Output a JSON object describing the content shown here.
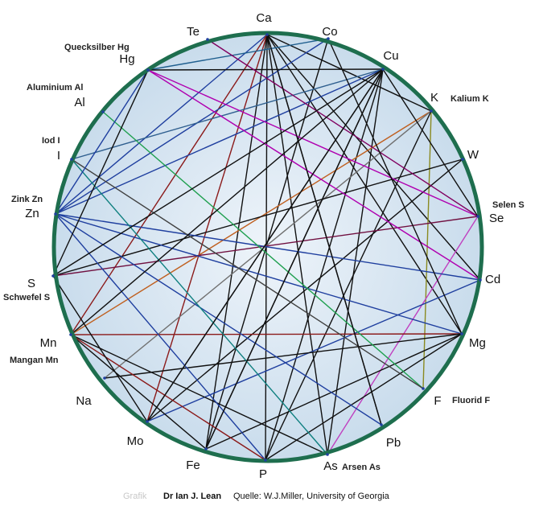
{
  "colors": {
    "ring": "#1e6e4e",
    "fill_inner": "#eef4fa",
    "fill_outer": "#c9dcec"
  },
  "elements": [
    {
      "id": "Ca",
      "symbol": "Ca"
    },
    {
      "id": "Co",
      "symbol": "Co"
    },
    {
      "id": "Cu",
      "symbol": "Cu"
    },
    {
      "id": "K",
      "symbol": "K",
      "full": "Kalium K"
    },
    {
      "id": "W",
      "symbol": "W"
    },
    {
      "id": "Se",
      "symbol": "Se",
      "full": "Selen S"
    },
    {
      "id": "Cd",
      "symbol": "Cd"
    },
    {
      "id": "Mg",
      "symbol": "Mg"
    },
    {
      "id": "F",
      "symbol": "F",
      "full": "Fluorid F"
    },
    {
      "id": "Pb",
      "symbol": "Pb"
    },
    {
      "id": "As",
      "symbol": "As",
      "full": "Arsen As"
    },
    {
      "id": "P",
      "symbol": "P"
    },
    {
      "id": "Fe",
      "symbol": "Fe"
    },
    {
      "id": "Mo",
      "symbol": "Mo"
    },
    {
      "id": "Na",
      "symbol": "Na"
    },
    {
      "id": "Mn",
      "symbol": "Mn",
      "full": "Mangan Mn"
    },
    {
      "id": "S",
      "symbol": "S",
      "full": "Schwefel S"
    },
    {
      "id": "Zn",
      "symbol": "Zn",
      "full": "Zink Zn"
    },
    {
      "id": "I",
      "symbol": "I",
      "full": "Iod I"
    },
    {
      "id": "Al",
      "symbol": "Al",
      "full": "Aluminium Al"
    },
    {
      "id": "Hg",
      "symbol": "Hg",
      "full": "Quecksilber Hg"
    },
    {
      "id": "Te",
      "symbol": "Te"
    }
  ],
  "connections": [
    {
      "from": "Ca",
      "to": "Zn",
      "color": "#1f3f9f"
    },
    {
      "from": "Ca",
      "to": "Mo",
      "color": "#8b1a1a"
    },
    {
      "from": "Ca",
      "to": "Fe",
      "color": "#101010"
    },
    {
      "from": "Ca",
      "to": "P",
      "color": "#101010"
    },
    {
      "from": "Ca",
      "to": "As",
      "color": "#101010"
    },
    {
      "from": "Ca",
      "to": "Pb",
      "color": "#101010"
    },
    {
      "from": "Ca",
      "to": "Cd",
      "color": "#101010"
    },
    {
      "from": "Ca",
      "to": "Mg",
      "color": "#101010"
    },
    {
      "from": "Ca",
      "to": "Mn",
      "color": "#8b1a1a"
    },
    {
      "from": "Ca",
      "to": "K",
      "color": "#101010"
    },
    {
      "from": "Co",
      "to": "Zn",
      "color": "#1f3f9f"
    },
    {
      "from": "Co",
      "to": "Fe",
      "color": "#101010"
    },
    {
      "from": "Co",
      "to": "Hg",
      "color": "#1f5f8f"
    },
    {
      "from": "Cu",
      "to": "Hg",
      "color": "#101010"
    },
    {
      "from": "Cu",
      "to": "Zn",
      "color": "#1f3f9f"
    },
    {
      "from": "Cu",
      "to": "I",
      "color": "#2f5f8f"
    },
    {
      "from": "Cu",
      "to": "Mo",
      "color": "#101010"
    },
    {
      "from": "Cu",
      "to": "Fe",
      "color": "#101010"
    },
    {
      "from": "Cu",
      "to": "P",
      "color": "#101010"
    },
    {
      "from": "Cu",
      "to": "As",
      "color": "#101010"
    },
    {
      "from": "K",
      "to": "Mn",
      "color": "#c06020"
    },
    {
      "from": "K",
      "to": "Na",
      "color": "#707070"
    },
    {
      "from": "K",
      "to": "F",
      "color": "#8a8a20"
    },
    {
      "from": "K",
      "to": "P",
      "color": "#101010"
    },
    {
      "from": "W",
      "to": "Mo",
      "color": "#101010"
    },
    {
      "from": "W",
      "to": "S",
      "color": "#101010"
    },
    {
      "from": "Se",
      "to": "Hg",
      "color": "#b000b0"
    },
    {
      "from": "Se",
      "to": "Te",
      "color": "#800060"
    },
    {
      "from": "Se",
      "to": "S",
      "color": "#701040"
    },
    {
      "from": "Se",
      "to": "As",
      "color": "#c040c0"
    },
    {
      "from": "Se",
      "to": "Cu",
      "color": "#101010"
    },
    {
      "from": "Cd",
      "to": "Hg",
      "color": "#b000b0"
    },
    {
      "from": "Cd",
      "to": "Zn",
      "color": "#1f3f9f"
    },
    {
      "from": "Cd",
      "to": "Mo",
      "color": "#1f3f9f"
    },
    {
      "from": "Mg",
      "to": "Zn",
      "color": "#1f3f9f"
    },
    {
      "from": "Mg",
      "to": "Mn",
      "color": "#8b1a1a"
    },
    {
      "from": "Mg",
      "to": "Na",
      "color": "#101010"
    },
    {
      "from": "Mg",
      "to": "Fe",
      "color": "#101010"
    },
    {
      "from": "Mg",
      "to": "P",
      "color": "#101010"
    },
    {
      "from": "Mg",
      "to": "Co",
      "color": "#101010"
    },
    {
      "from": "F",
      "to": "Al",
      "color": "#20a050"
    },
    {
      "from": "F",
      "to": "I",
      "color": "#404040"
    },
    {
      "from": "Pb",
      "to": "Zn",
      "color": "#1f3f9f"
    },
    {
      "from": "Pb",
      "to": "Ca",
      "color": "#101010"
    },
    {
      "from": "As",
      "to": "I",
      "color": "#108080"
    },
    {
      "from": "As",
      "to": "Mn",
      "color": "#101010"
    },
    {
      "from": "P",
      "to": "Zn",
      "color": "#1f3f9f"
    },
    {
      "from": "P",
      "to": "Mn",
      "color": "#8b1a1a"
    },
    {
      "from": "Fe",
      "to": "Mn",
      "color": "#101010"
    },
    {
      "from": "Fe",
      "to": "Cu",
      "color": "#101010"
    },
    {
      "from": "Mo",
      "to": "S",
      "color": "#101010"
    },
    {
      "from": "Mo",
      "to": "Cu",
      "color": "#101010"
    },
    {
      "from": "Hg",
      "to": "Zn",
      "color": "#1f3f9f"
    },
    {
      "from": "Hg",
      "to": "S",
      "color": "#101010"
    },
    {
      "from": "Mn",
      "to": "Cu",
      "color": "#101010"
    },
    {
      "from": "S",
      "to": "Cu",
      "color": "#101010"
    }
  ],
  "caption": {
    "grafik": "Grafik",
    "author": "Dr Ian J. Lean",
    "source": "Quelle: W.J.Miller, University of Georgia"
  }
}
